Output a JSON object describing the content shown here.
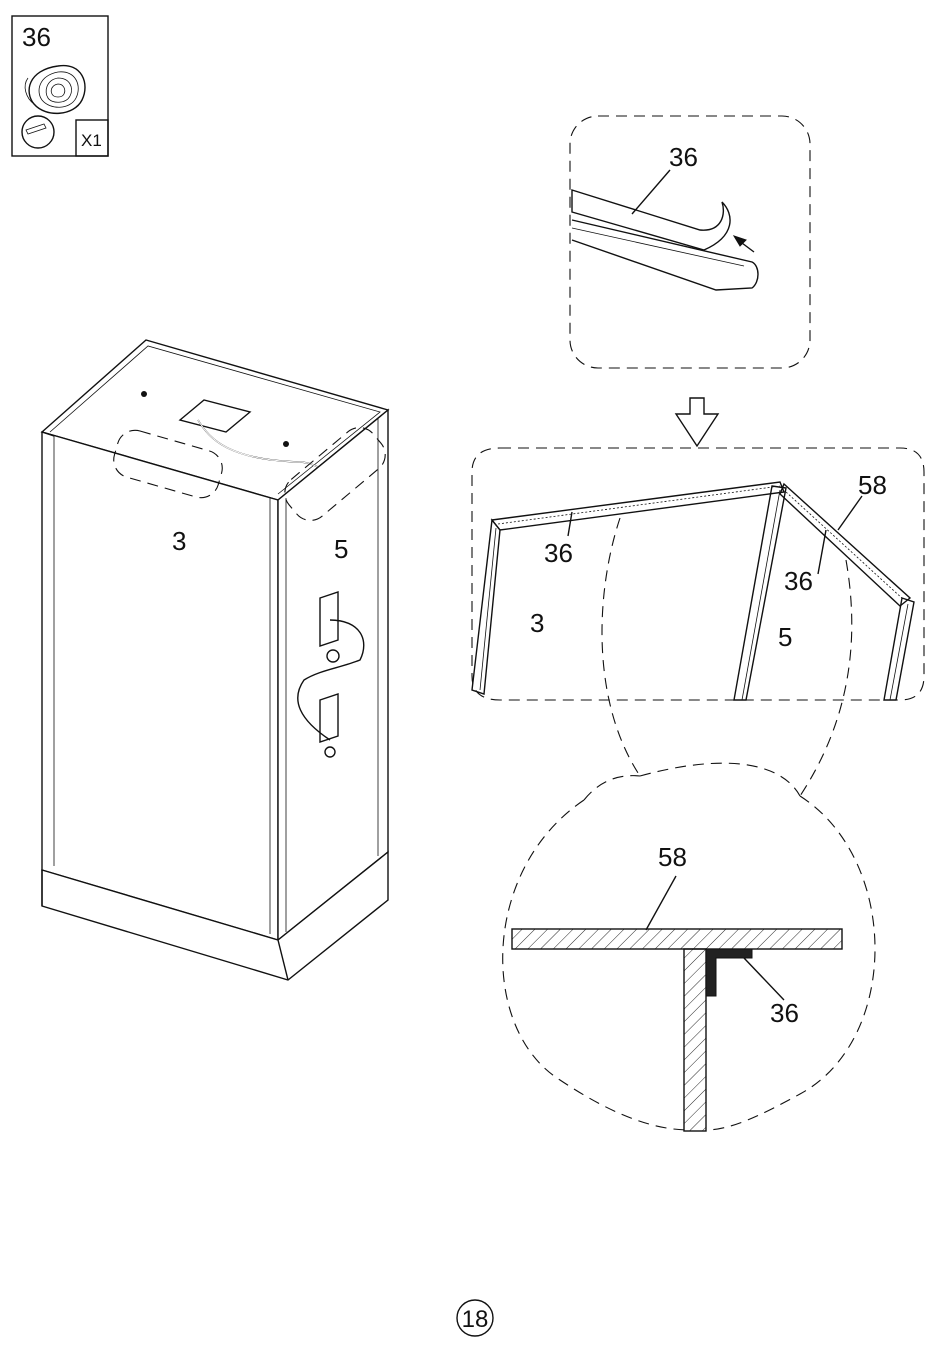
{
  "part_box": {
    "number": "36",
    "quantity": "X1"
  },
  "detail_tape": {
    "label": "36"
  },
  "cabin": {
    "panel_left_label": "3",
    "panel_right_label": "5"
  },
  "detail_corner": {
    "label_left_tape": "36",
    "label_roof": "58",
    "label_right_tape": "36",
    "label_panel_left": "3",
    "label_panel_right": "5"
  },
  "section": {
    "label_roof": "58",
    "label_tape": "36"
  },
  "page_number": "18"
}
